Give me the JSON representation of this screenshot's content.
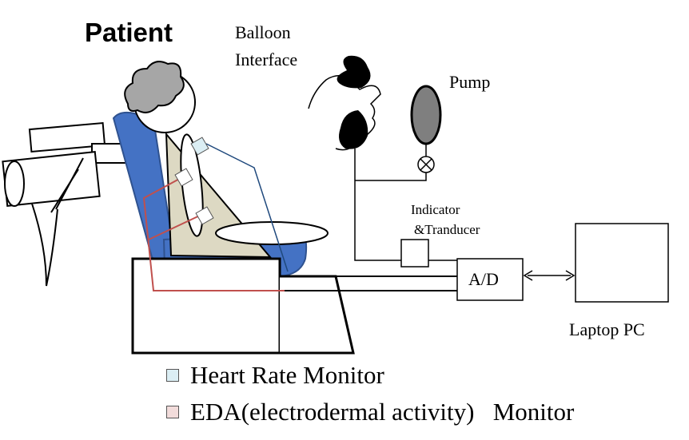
{
  "labels": {
    "patient": "Patient",
    "balloon_line1": "Balloon",
    "balloon_line2": "Interface",
    "pump": "Pump",
    "indicator_line1": "Indicator",
    "indicator_line2": "&Tranducer",
    "ad": "A/D",
    "laptop": "Laptop PC"
  },
  "legend": [
    {
      "label": "Heart Rate Monitor",
      "color": "#dbeef4"
    },
    {
      "label": "EDA(electrodermal activity)   Monitor",
      "color": "#f2dcdb"
    }
  ],
  "colors": {
    "chair": "#4472c4",
    "chair_outline": "#2f528f",
    "body_fill": "#ddd9c3",
    "hair": "#a6a6a6",
    "pump_fill": "#7f7f7f",
    "eda_wire": "#c0504d",
    "hr_wire": "#1f497d",
    "line": "#000000"
  }
}
